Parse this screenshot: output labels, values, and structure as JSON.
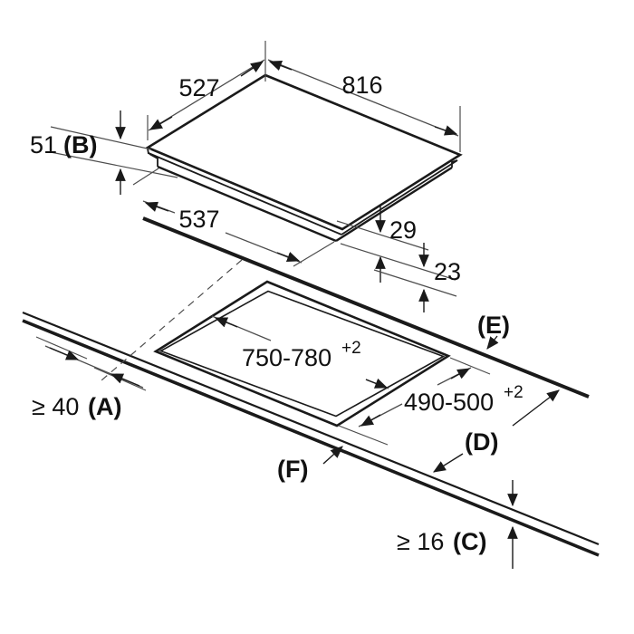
{
  "colors": {
    "line": "#1a1a1a",
    "thin_line": "#4d4d4d",
    "background": "#ffffff"
  },
  "hob": {
    "depth": "527",
    "width": "816",
    "height": {
      "value": "51",
      "ref": "(B)"
    },
    "body_depth": "537",
    "front_overhang": "29",
    "side_overhang": "23"
  },
  "worktop": {
    "cutout_width": {
      "value": "750-780",
      "tolerance": "+2"
    },
    "cutout_depth": {
      "value": "490-500",
      "tolerance": "+2"
    },
    "side_clearance": {
      "value": "≥ 40",
      "ref": "(A)"
    },
    "thickness": {
      "value": "≥ 16",
      "ref": "(C)"
    },
    "ref_back_edge": "(E)",
    "ref_depth": "(D)",
    "ref_front_edge": "(F)"
  }
}
